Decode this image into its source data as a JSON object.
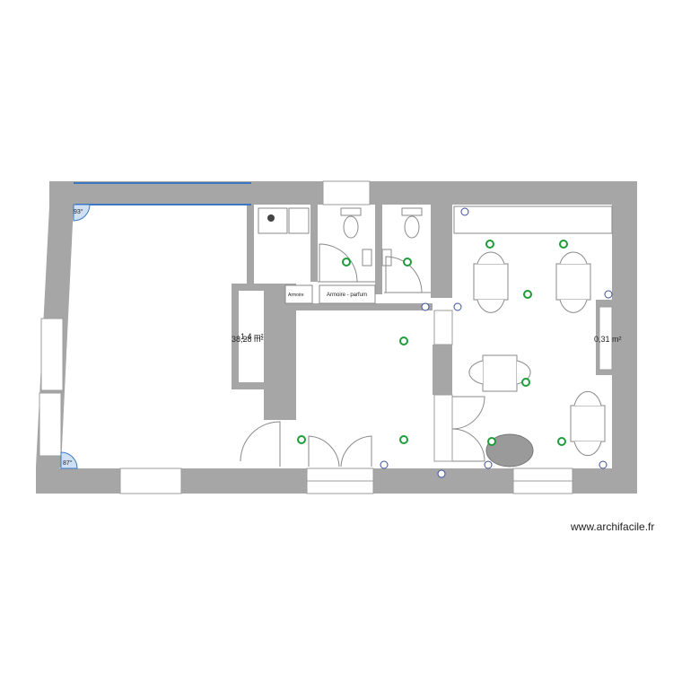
{
  "labels": {
    "area_main": "38,28 m²",
    "area_overlap": "1,4 m²",
    "area_right": "0,31 m²",
    "angle_top": "93°",
    "angle_bottom": "87°",
    "cabinet_small": "Armoire",
    "cabinet_large": "Armoire - parfum"
  },
  "watermark": "www.archifacile.fr",
  "colors": {
    "wall": "#a6a6a6",
    "window_line": "#3a78c3",
    "marker": "#1f9d3a",
    "table_ellipse": "#9a9a9a"
  },
  "icons": [
    "light-fixture-icon",
    "power-outlet-icon",
    "sink-icon",
    "toilet-icon"
  ]
}
